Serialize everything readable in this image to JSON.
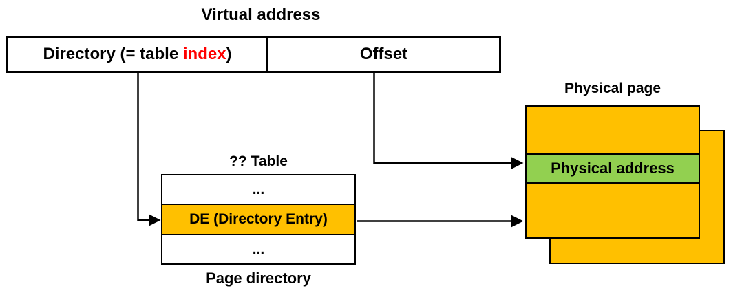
{
  "diagram": {
    "title": "Virtual address",
    "virtual_address_box": {
      "directory": {
        "prefix": "Directory (= table ",
        "highlight": "index",
        "suffix": ")"
      },
      "offset_label": "Offset"
    },
    "page_table": {
      "caption_top": "?? Table",
      "caption_bottom": "Page directory",
      "rows": [
        "...",
        "DE (Directory Entry)",
        "..."
      ]
    },
    "physical_page": {
      "caption": "Physical page",
      "address_label": "Physical address"
    },
    "arrows": [
      "directory-to-directory-entry",
      "offset-to-physical-address",
      "directory-entry-to-physical-page"
    ],
    "colors": {
      "orange": "#FFC000",
      "green": "#92D050",
      "red": "#FF0000",
      "line": "#000000"
    }
  }
}
